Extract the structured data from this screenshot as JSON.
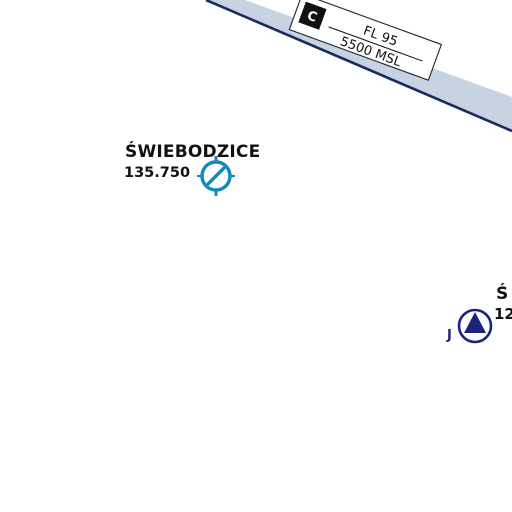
{
  "airspace": {
    "class_label": "C",
    "upper_limit": "FL 95",
    "lower_limit": "5500 MSL"
  },
  "airfields": [
    {
      "name": "ŚWIEBODZICE",
      "frequency": "135.750",
      "symbol": "glider-site-icon"
    },
    {
      "name": "Ś",
      "frequency": "12",
      "symbol": "aerodrome-triangle-icon",
      "marker": "J"
    }
  ],
  "colors": {
    "airspace_band": "#c5d3e2",
    "airspace_edge": "#1a2c5a",
    "glider_symbol": "#1289be",
    "aerodrome_symbol": "#1a237e",
    "text": "#111111"
  }
}
